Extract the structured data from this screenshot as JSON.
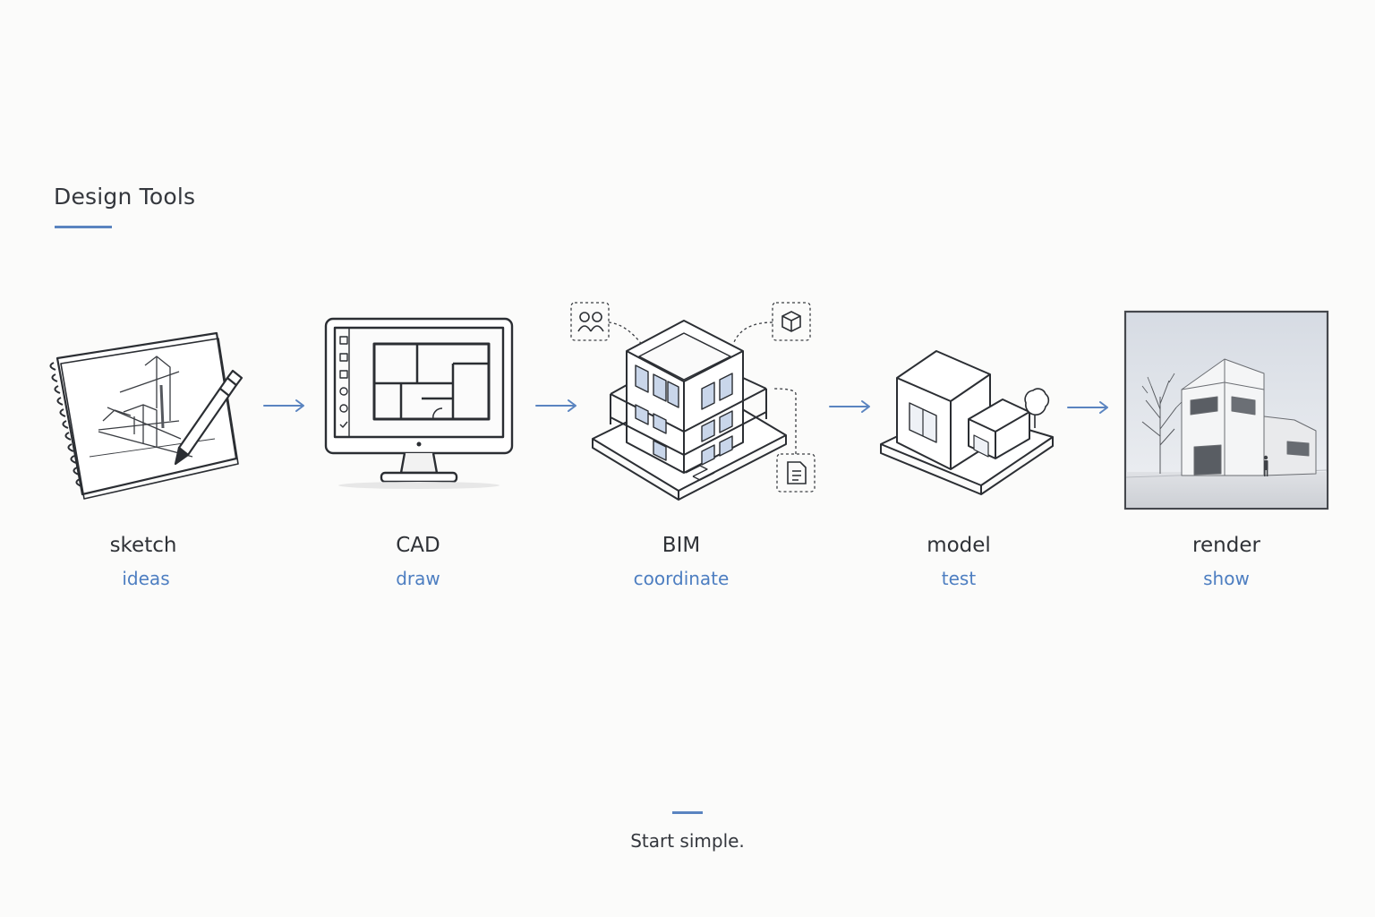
{
  "header": {
    "title": "Design Tools"
  },
  "steps": [
    {
      "label": "sketch",
      "sub": "ideas",
      "icon": "sketchbook-pencil-icon"
    },
    {
      "label": "CAD",
      "sub": "draw",
      "icon": "monitor-floorplan-icon"
    },
    {
      "label": "BIM",
      "sub": "coordinate",
      "icon": "isometric-building-icon"
    },
    {
      "label": "model",
      "sub": "test",
      "icon": "massing-model-icon"
    },
    {
      "label": "render",
      "sub": "show",
      "icon": "building-render-icon"
    }
  ],
  "footer": {
    "text": "Start simple."
  },
  "colors": {
    "accent": "#5a84c0",
    "ink": "#2e3138",
    "background": "#fbfbfa"
  }
}
